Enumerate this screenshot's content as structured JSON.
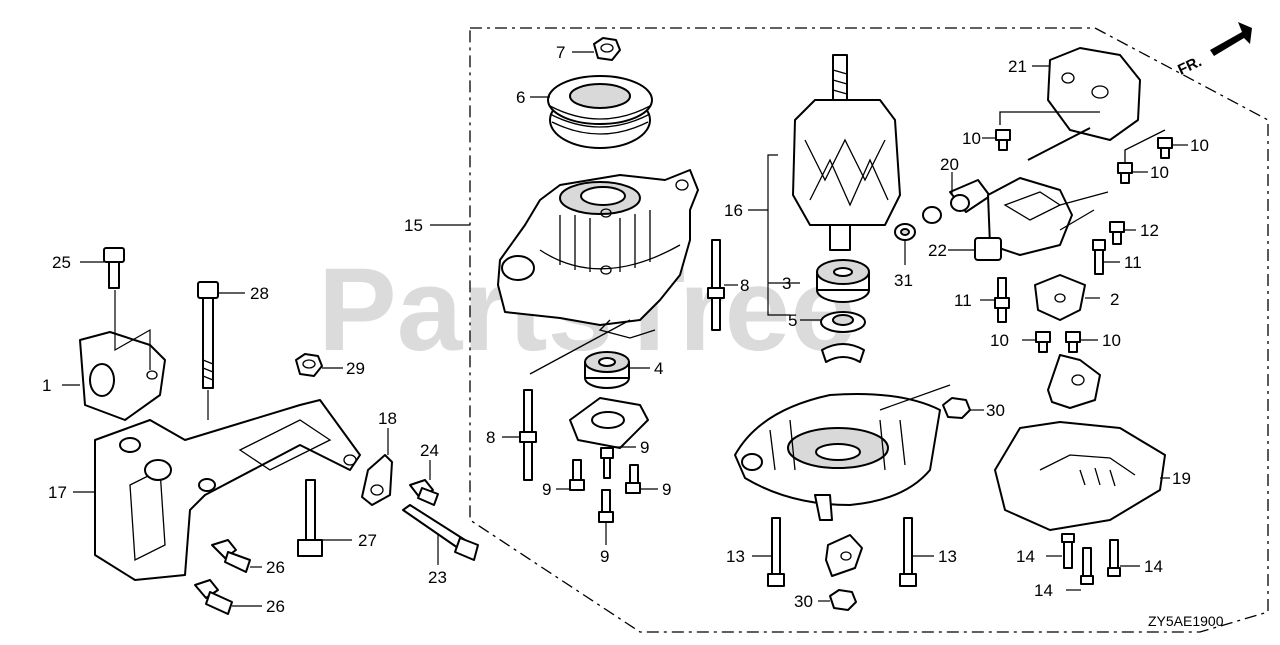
{
  "diagram": {
    "code": "ZY5AE1900",
    "direction_label": "FR.",
    "watermark": "PartsTree",
    "callouts": [
      {
        "id": "c25",
        "text": "25"
      },
      {
        "id": "c28",
        "text": "28"
      },
      {
        "id": "c1",
        "text": "1"
      },
      {
        "id": "c29",
        "text": "29"
      },
      {
        "id": "c17",
        "text": "17"
      },
      {
        "id": "c18",
        "text": "18"
      },
      {
        "id": "c24",
        "text": "24"
      },
      {
        "id": "c27",
        "text": "27"
      },
      {
        "id": "c23",
        "text": "23"
      },
      {
        "id": "c26a",
        "text": "26"
      },
      {
        "id": "c26b",
        "text": "26"
      },
      {
        "id": "c15",
        "text": "15"
      },
      {
        "id": "c7",
        "text": "7"
      },
      {
        "id": "c6",
        "text": "6"
      },
      {
        "id": "c8a",
        "text": "8"
      },
      {
        "id": "c8b",
        "text": "8"
      },
      {
        "id": "c4",
        "text": "4"
      },
      {
        "id": "c9a",
        "text": "9"
      },
      {
        "id": "c9b",
        "text": "9"
      },
      {
        "id": "c9c",
        "text": "9"
      },
      {
        "id": "c9d",
        "text": "9"
      },
      {
        "id": "c16",
        "text": "16"
      },
      {
        "id": "c3",
        "text": "3"
      },
      {
        "id": "c5",
        "text": "5"
      },
      {
        "id": "c31",
        "text": "31"
      },
      {
        "id": "c20",
        "text": "20"
      },
      {
        "id": "c22",
        "text": "22"
      },
      {
        "id": "c21",
        "text": "21"
      },
      {
        "id": "c10a",
        "text": "10"
      },
      {
        "id": "c10b",
        "text": "10"
      },
      {
        "id": "c10c",
        "text": "10"
      },
      {
        "id": "c10d",
        "text": "10"
      },
      {
        "id": "c10e",
        "text": "10"
      },
      {
        "id": "c12",
        "text": "12"
      },
      {
        "id": "c11a",
        "text": "11"
      },
      {
        "id": "c11b",
        "text": "11"
      },
      {
        "id": "c2",
        "text": "2"
      },
      {
        "id": "c30a",
        "text": "30"
      },
      {
        "id": "c30b",
        "text": "30"
      },
      {
        "id": "c19",
        "text": "19"
      },
      {
        "id": "c13a",
        "text": "13"
      },
      {
        "id": "c13b",
        "text": "13"
      },
      {
        "id": "c14a",
        "text": "14"
      },
      {
        "id": "c14b",
        "text": "14"
      },
      {
        "id": "c14c",
        "text": "14"
      }
    ]
  }
}
